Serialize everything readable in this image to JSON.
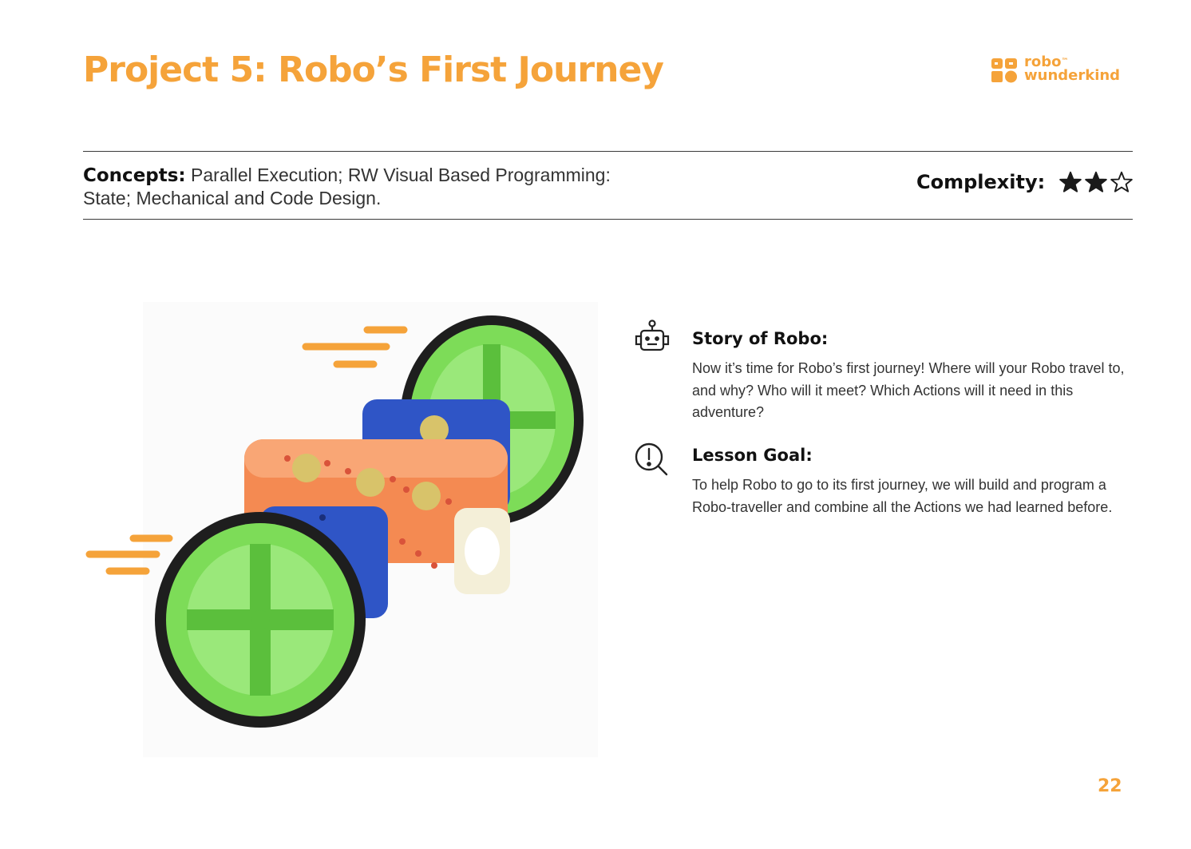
{
  "header": {
    "title": "Project 5: Robo’s First Journey",
    "logo": {
      "line1": "robo",
      "trademark": "™",
      "line2": "wunderkind",
      "color": "#f5a33a"
    }
  },
  "concepts": {
    "label": "Concepts:",
    "text": "Parallel Execution; RW Visual Based Programming: State; Mechanical and Code Design."
  },
  "complexity": {
    "label": "Complexity:",
    "rating": 2,
    "max": 3
  },
  "illustration": {
    "colors": {
      "wheel": "#7ddc58",
      "tire": "#1e1e1e",
      "body": "#f48a52",
      "cube": "#2f55c6",
      "speed_lines": "#f5a33a"
    }
  },
  "story": {
    "icon": "robot-icon",
    "title": "Story of Robo:",
    "body": "Now it’s time for Robo’s first journey! Where will your Robo travel to, and why? Who will it meet? Which Actions will it need in this adventure?"
  },
  "lesson": {
    "icon": "exclamation-search-icon",
    "title": "Lesson Goal:",
    "body": "To help Robo to go to its first journey, we will build and program a Robo-traveller and combine all the Actions we had learned before."
  },
  "page_number": "22"
}
